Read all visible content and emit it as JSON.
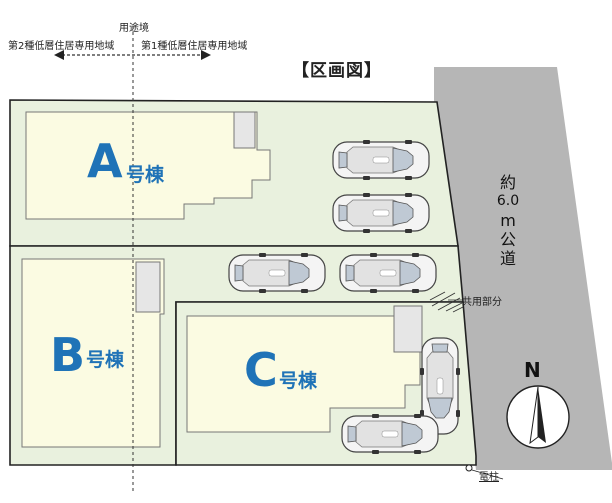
{
  "zoning": {
    "heading": "用途境",
    "left": "第2種低層住居専用地域",
    "right": "第1種低層住居専用地域"
  },
  "title": "【区画図】",
  "lots": [
    {
      "letter": "A",
      "suffix": "号棟"
    },
    {
      "letter": "B",
      "suffix": "号棟"
    },
    {
      "letter": "C",
      "suffix": "号棟"
    }
  ],
  "road": {
    "chars": [
      "約",
      "6.0",
      "m",
      "公",
      "道"
    ]
  },
  "shared_area": "共用部分",
  "utility_pole": "電柱",
  "north": "N",
  "colors": {
    "lot_fill": "#e9f1de",
    "building_fill": "#fbfbe2",
    "road_fill": "#b6b6b6",
    "lot_label": "#1f73b7"
  }
}
